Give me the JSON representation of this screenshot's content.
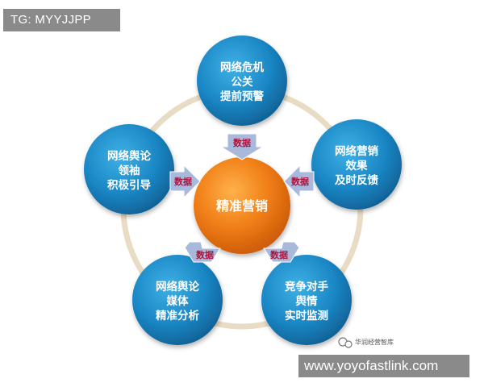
{
  "badges": {
    "top_left": "TG: MYYJJPP",
    "bottom_right": "www.yoyofastlink.com"
  },
  "center": {
    "label": "精准营销"
  },
  "nodes": [
    {
      "id": "top",
      "lines": [
        "网络危机",
        "公关",
        "提前预警"
      ]
    },
    {
      "id": "right",
      "lines": [
        "网络营销",
        "效果",
        "及时反馈"
      ]
    },
    {
      "id": "bottom-right",
      "lines": [
        "竞争对手",
        "舆情",
        "实时监测"
      ]
    },
    {
      "id": "bottom-left",
      "lines": [
        "网络舆论",
        "媒体",
        "精准分析"
      ]
    },
    {
      "id": "left",
      "lines": [
        "网络舆论",
        "领袖",
        "积极引导"
      ]
    }
  ],
  "arrow_label": "数据",
  "watermark": "华润经营智库",
  "colors": {
    "node_blue": "#1a86c4",
    "center_orange": "#f07d15",
    "ring": "#e9dcc4",
    "arrow_fill": "#a9b9dc",
    "arrow_text": "#b0123b"
  }
}
